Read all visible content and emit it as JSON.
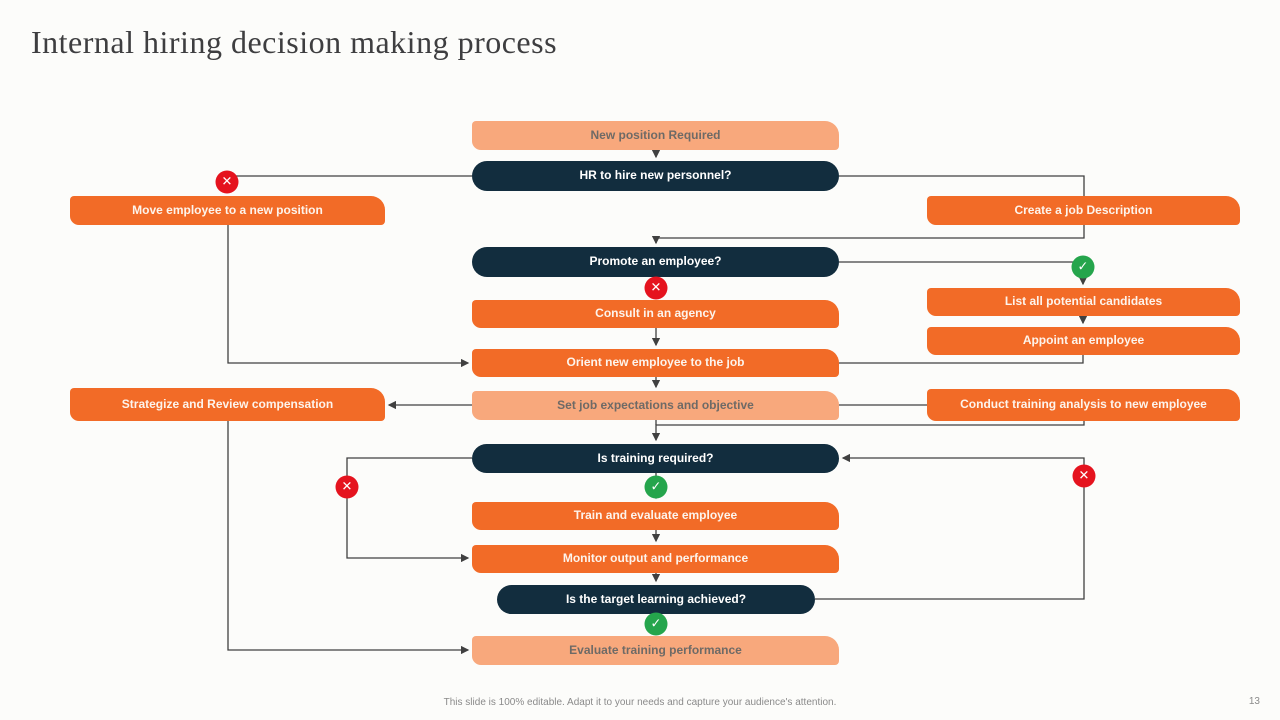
{
  "slide": {
    "title": "Internal hiring decision making process",
    "footer": "This slide is 100% editable.  Adapt it to your needs and capture your audience's attention.",
    "page_number": "13"
  },
  "colors": {
    "process_orange": "#F26B27",
    "terminal_salmon": "#F8A87C",
    "decision_navy": "#122D3E",
    "no_red": "#E5131E",
    "yes_green": "#25A54C",
    "connector_gray": "#404040"
  },
  "flowchart": {
    "nodes": {
      "new_position": {
        "label": "New position Required",
        "type": "terminal"
      },
      "hr_hire": {
        "label": "HR to hire new personnel?",
        "type": "decision"
      },
      "move_employee": {
        "label": "Move employee to a new position",
        "type": "process"
      },
      "create_job": {
        "label": "Create a job Description",
        "type": "process"
      },
      "promote": {
        "label": "Promote an employee?",
        "type": "decision"
      },
      "consult_agency": {
        "label": "Consult in an agency",
        "type": "process"
      },
      "list_candidates": {
        "label": "List all potential candidates",
        "type": "process"
      },
      "appoint_employee": {
        "label": "Appoint an employee",
        "type": "process"
      },
      "orient_employee": {
        "label": "Orient new employee to the job",
        "type": "process"
      },
      "set_expectations": {
        "label": "Set job expectations and objective",
        "type": "terminal"
      },
      "strategize_compensation": {
        "label": "Strategize and Review compensation",
        "type": "process"
      },
      "conduct_training_analysis": {
        "label": "Conduct training analysis to new employee",
        "type": "process"
      },
      "training_required": {
        "label": "Is training required?",
        "type": "decision"
      },
      "train_evaluate": {
        "label": "Train and evaluate employee",
        "type": "process"
      },
      "monitor_output": {
        "label": "Monitor output and performance",
        "type": "process"
      },
      "target_learning": {
        "label": "Is the target learning achieved?",
        "type": "decision"
      },
      "evaluate_training": {
        "label": "Evaluate training performance",
        "type": "terminal"
      }
    },
    "markers": {
      "no_glyph": "✕",
      "yes_glyph": "✓"
    }
  }
}
